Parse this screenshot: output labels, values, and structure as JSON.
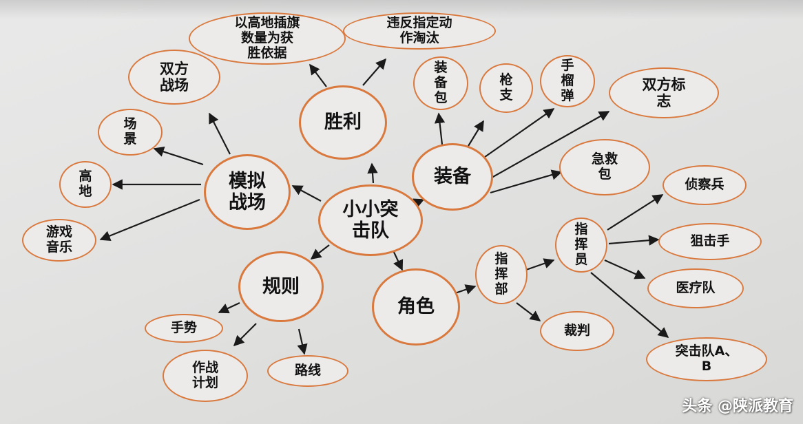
{
  "nodes": {
    "center": "小小突\n击队",
    "simulated_battlefield": "模拟\n战场",
    "victory": "胜利",
    "equipment": "装备",
    "rules": "规则",
    "roles": "角色",
    "both_sides_battlefield": "双方\n战场",
    "scene": "场\n景",
    "highland": "高\n地",
    "game_music": "游戏\n音乐",
    "flag_count_win": "以高地插旗\n数量为获\n胜依据",
    "violation_eliminated": "违反指定动\n作淘汰",
    "equipment_bag": "装\n备\n包",
    "gun": "枪\n支",
    "grenade": "手\n榴\n弹",
    "both_sides_mark": "双方标\n志",
    "first_aid_kit": "急救\n包",
    "gesture": "手势",
    "battle_plan": "作战\n计划",
    "route": "路线",
    "command_post": "指\n挥\n部",
    "commander": "指\n挥\n员",
    "referee": "裁判",
    "scout": "侦察兵",
    "sniper": "狙击手",
    "medical_team": "医疗队",
    "commando_ab": "突击队A、\nB"
  },
  "watermark": "头条 @陕派教育",
  "colors": {
    "node_border": "#d9793e",
    "arrow": "#1a1a1a"
  }
}
